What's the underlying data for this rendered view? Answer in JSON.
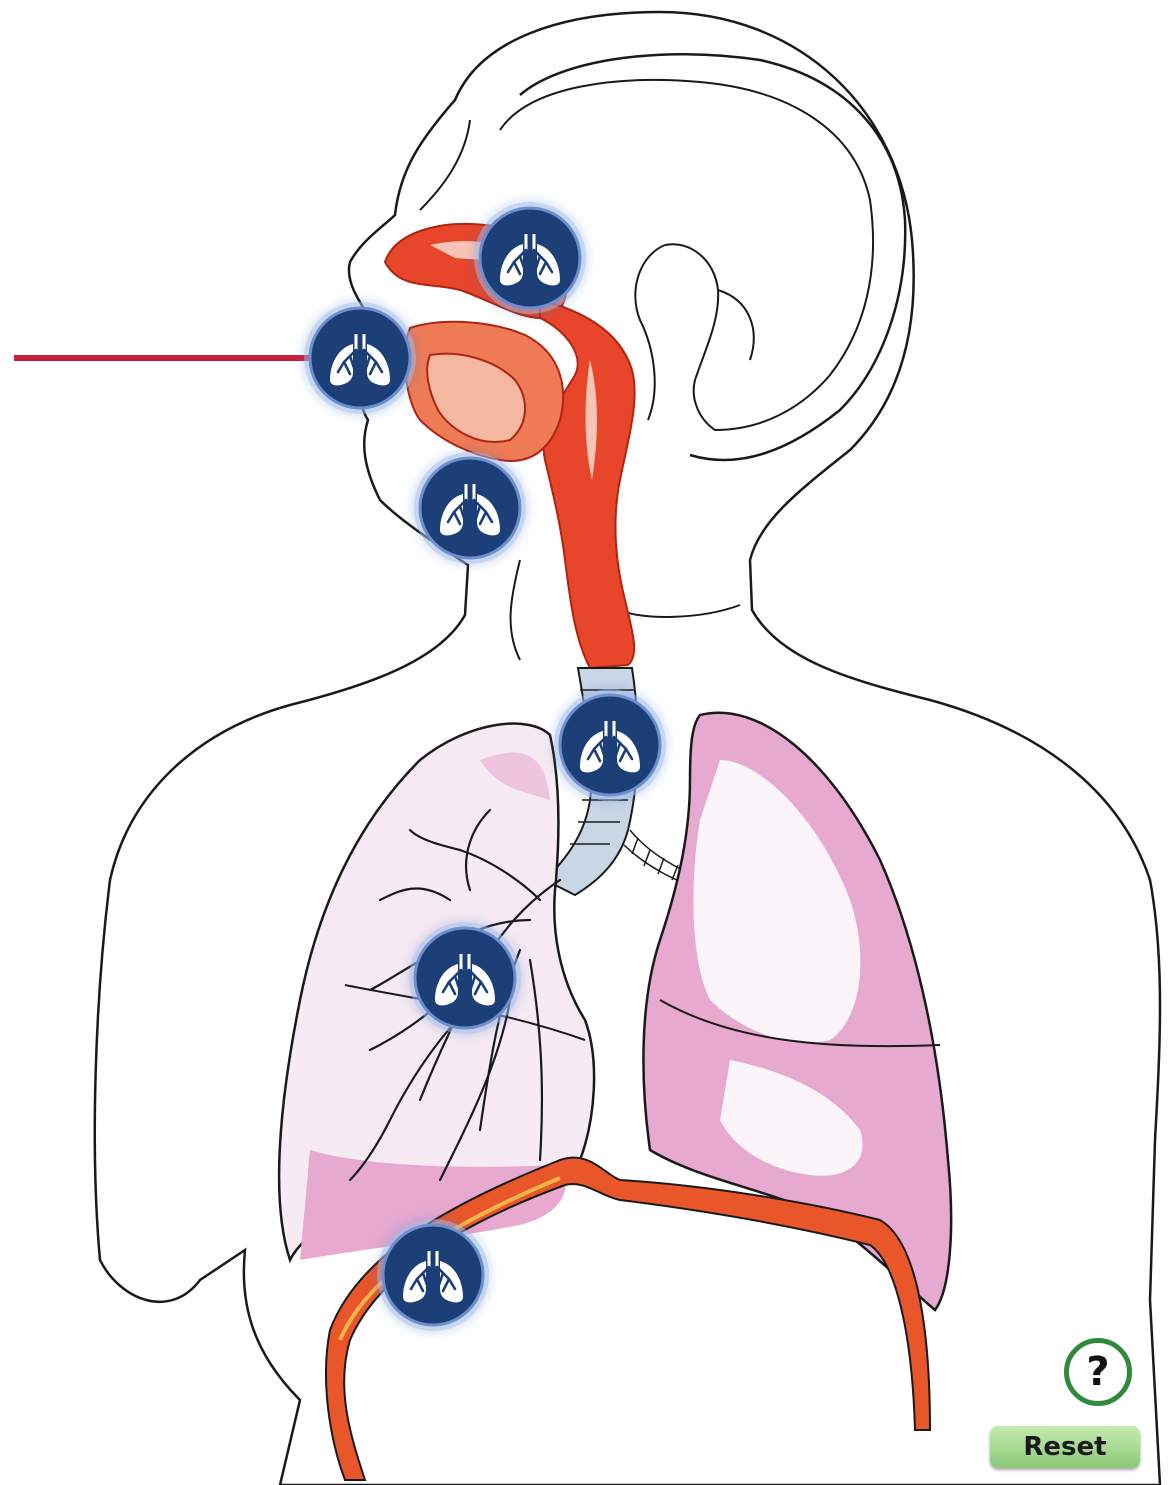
{
  "controls": {
    "help_label": "?",
    "reset_label": "Reset"
  },
  "colors": {
    "hotspot_fill": "#1d3f77",
    "airway_red": "#e8462a",
    "lung_pink": "#e7a9cf",
    "pointer_line": "#c8203a",
    "help_ring": "#2f8a3c",
    "reset_green": "#a6d88f"
  },
  "hotspots": [
    {
      "id": "nasal-cavity",
      "icon": "lungs-icon",
      "active": false
    },
    {
      "id": "mouth",
      "icon": "lungs-icon",
      "active": true
    },
    {
      "id": "pharynx",
      "icon": "lungs-icon",
      "active": false
    },
    {
      "id": "trachea",
      "icon": "lungs-icon",
      "active": false
    },
    {
      "id": "bronchi",
      "icon": "lungs-icon",
      "active": false
    },
    {
      "id": "diaphragm",
      "icon": "lungs-icon",
      "active": false
    }
  ]
}
